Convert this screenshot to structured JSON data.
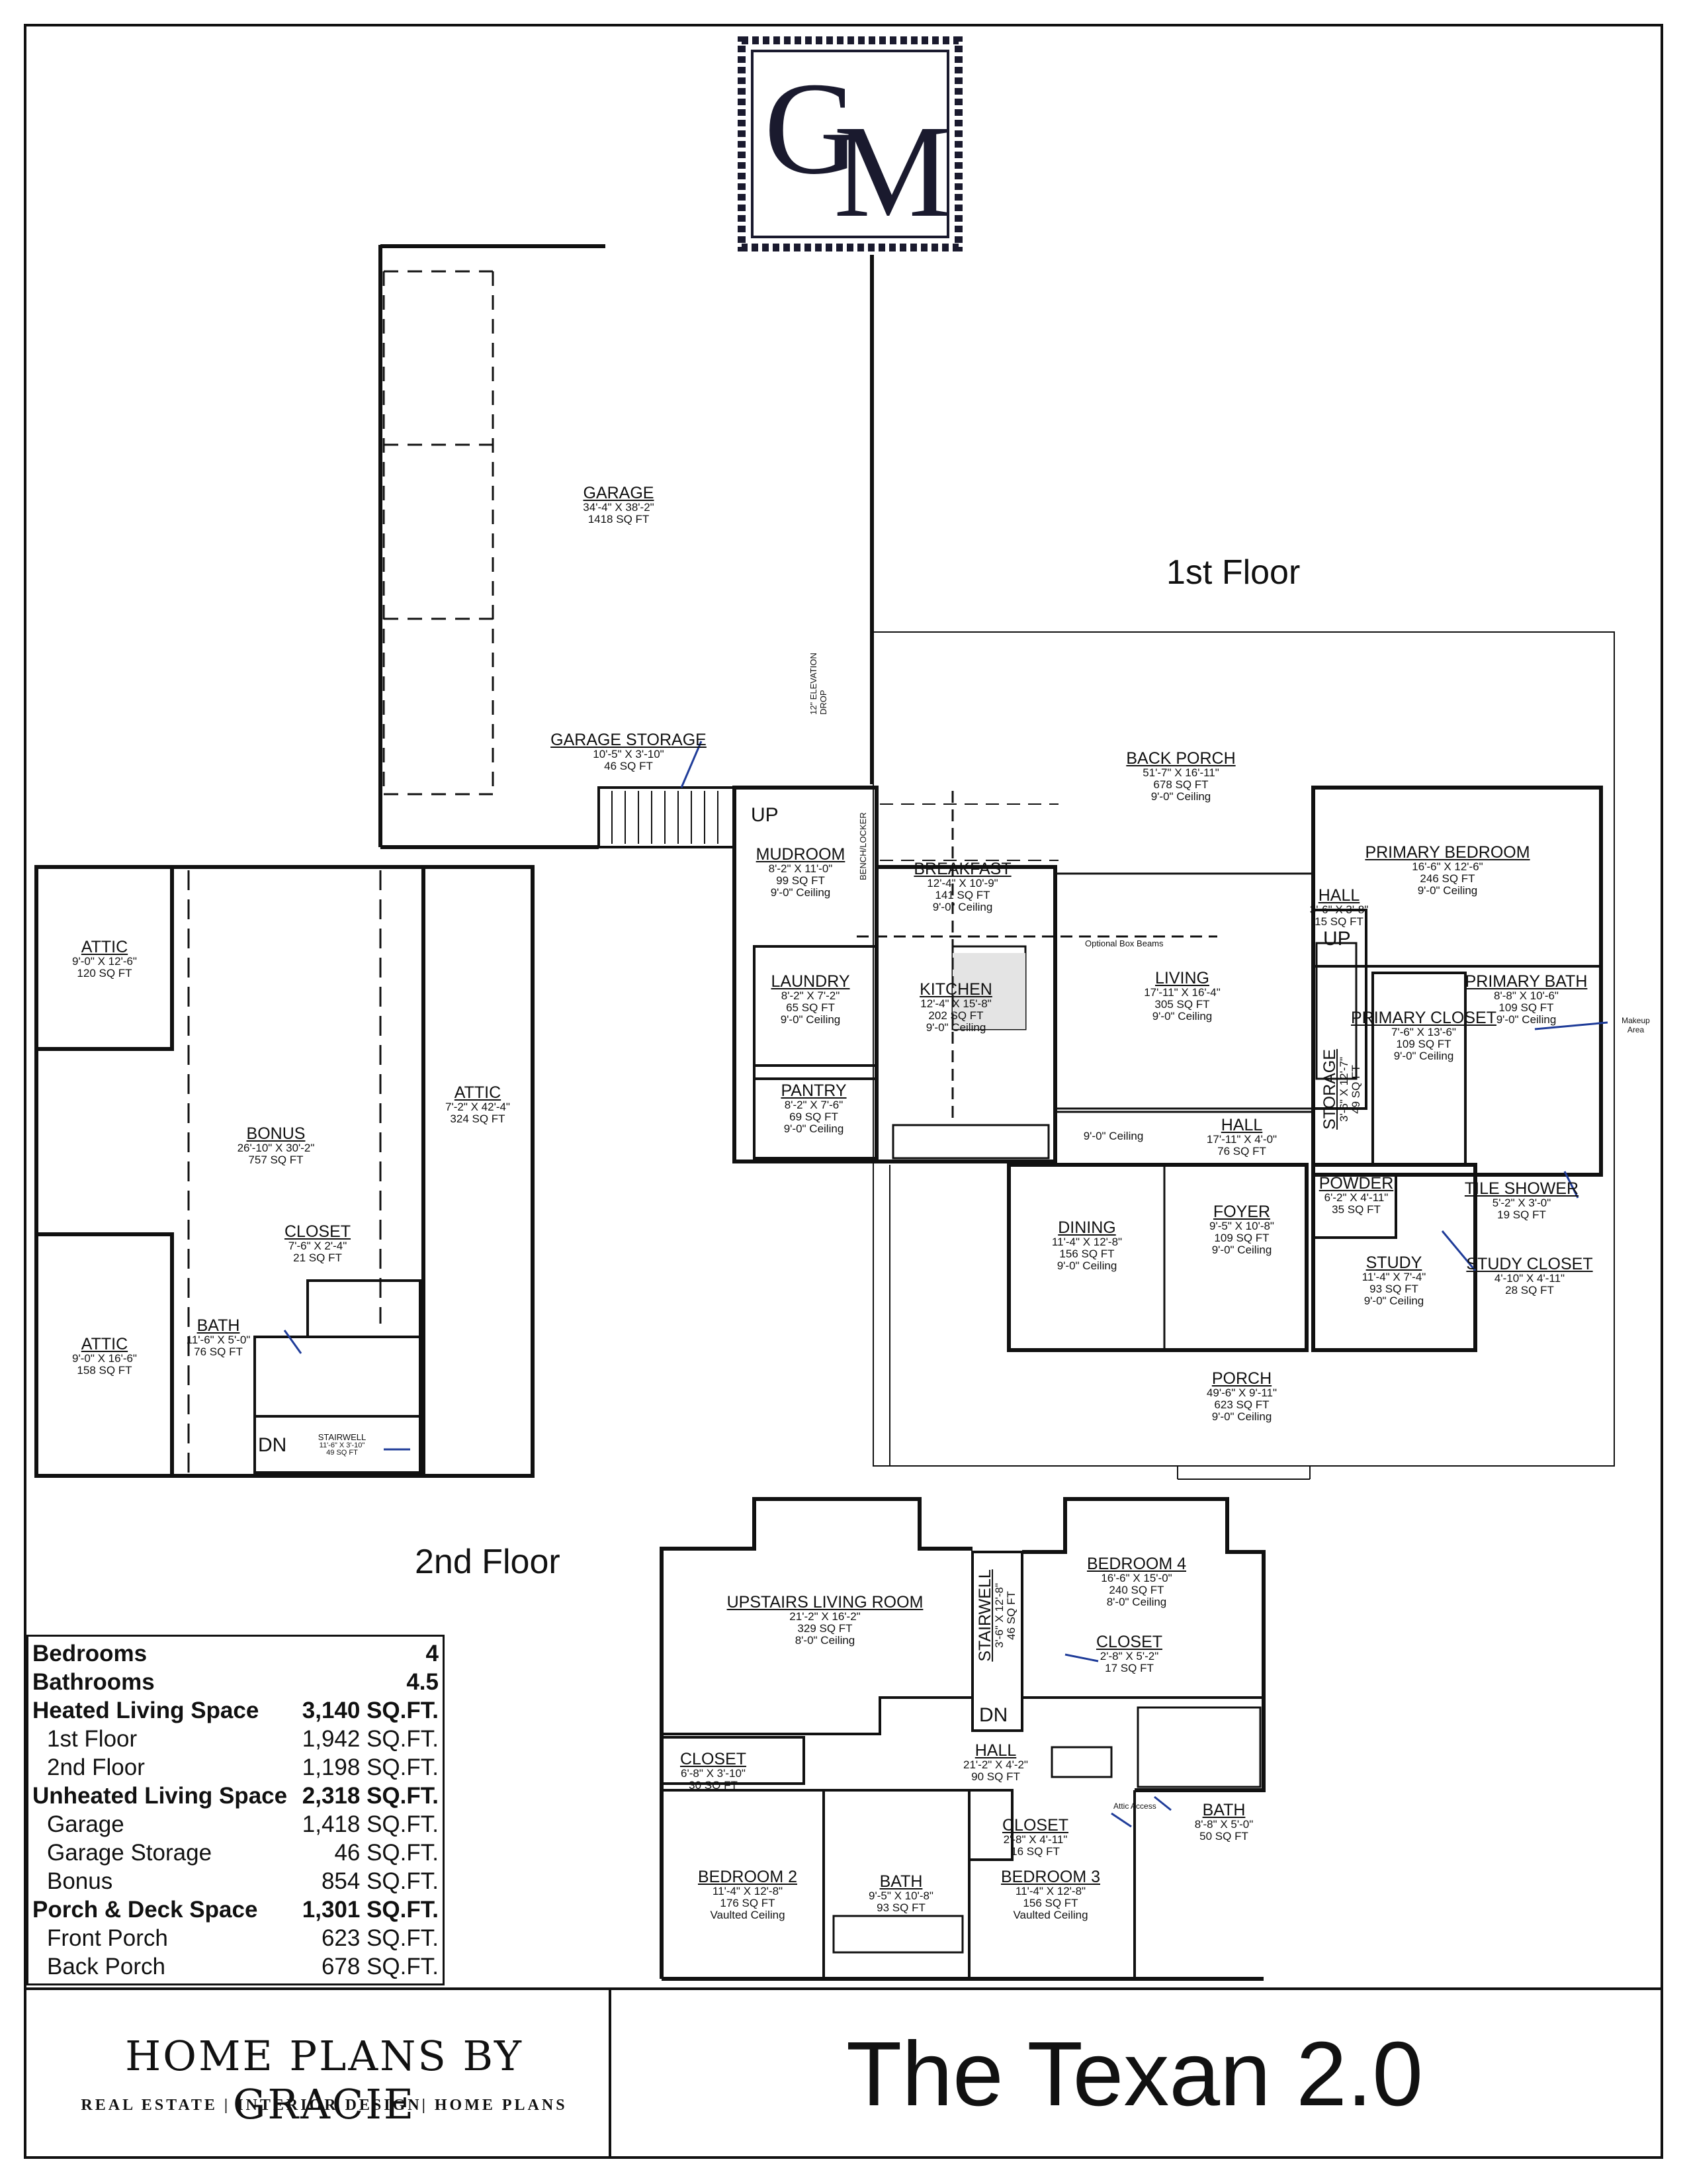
{
  "logo": {
    "monogram_g": "G",
    "monogram_m": "M"
  },
  "floors": {
    "first": "1st Floor",
    "second": "2nd Floor"
  },
  "rooms": {
    "garage": {
      "name": "GARAGE",
      "dims": "34'-4\" X 38'-2\"",
      "area": "1418 SQ FT"
    },
    "garage_storage": {
      "name": "GARAGE STORAGE",
      "dims": "10'-5\" X 3'-10\"",
      "area": "46 SQ FT"
    },
    "back_porch": {
      "name": "BACK PORCH",
      "dims": "51'-7\" X 16'-11\"",
      "area": "678 SQ FT",
      "ceiling": "9'-0\" Ceiling"
    },
    "primary_bedroom": {
      "name": "PRIMARY BEDROOM",
      "dims": "16'-6\" X 12'-6\"",
      "area": "246 SQ FT",
      "ceiling": "9'-0\" Ceiling"
    },
    "mudroom": {
      "name": "MUDROOM",
      "dims": "8'-2\" X 11'-0\"",
      "area": "99 SQ FT",
      "ceiling": "9'-0\" Ceiling"
    },
    "breakfast": {
      "name": "BREAKFAST",
      "dims": "12'-4\" X 10'-9\"",
      "area": "141 SQ FT",
      "ceiling": "9'-0\" Ceiling"
    },
    "hall_1": {
      "name": "HALL",
      "dims": "3'-6\" X 3'-8\"",
      "area": "15 SQ FT"
    },
    "laundry": {
      "name": "LAUNDRY",
      "dims": "8'-2\" X 7'-2\"",
      "area": "65 SQ FT",
      "ceiling": "9'-0\" Ceiling"
    },
    "kitchen": {
      "name": "KITCHEN",
      "dims": "12'-4\" X 15'-8\"",
      "area": "202 SQ FT",
      "ceiling": "9'-0\" Ceiling"
    },
    "living": {
      "name": "LIVING",
      "dims": "17'-11\" X 16'-4\"",
      "area": "305 SQ FT",
      "ceiling": "9'-0\" Ceiling"
    },
    "primary_bath": {
      "name": "PRIMARY BATH",
      "dims": "8'-8\" X 10'-6\"",
      "area": "109 SQ FT",
      "ceiling": "9'-0\" Ceiling"
    },
    "primary_closet": {
      "name": "PRIMARY CLOSET",
      "dims": "7'-6\" X 13'-6\"",
      "area": "109 SQ FT",
      "ceiling": "9'-0\" Ceiling"
    },
    "storage": {
      "name": "STORAGE",
      "dims": "3'-6\" X 12'-7\"",
      "area": "49 SQ FT"
    },
    "pantry": {
      "name": "PANTRY",
      "dims": "8'-2\" X 7'-6\"",
      "area": "69 SQ FT",
      "ceiling": "9'-0\" Ceiling"
    },
    "hall_main": {
      "name": "HALL",
      "dims": "17'-11\" X 4'-0\"",
      "area": "76 SQ FT"
    },
    "hall_main_ceiling": "9'-0\" Ceiling",
    "powder": {
      "name": "POWDER",
      "dims": "6'-2\" X 4'-11\"",
      "area": "35 SQ FT"
    },
    "tile_shower": {
      "name": "TILE SHOWER",
      "dims": "5'-2\" X 3'-0\"",
      "area": "19 SQ FT"
    },
    "dining": {
      "name": "DINING",
      "dims": "11'-4\" X 12'-8\"",
      "area": "156 SQ FT",
      "ceiling": "9'-0\" Ceiling"
    },
    "foyer": {
      "name": "FOYER",
      "dims": "9'-5\" X 10'-8\"",
      "area": "109 SQ FT",
      "ceiling": "9'-0\" Ceiling"
    },
    "study": {
      "name": "STUDY",
      "dims": "11'-4\" X 7'-4\"",
      "area": "93 SQ FT",
      "ceiling": "9'-0\" Ceiling"
    },
    "study_closet": {
      "name": "STUDY CLOSET",
      "dims": "4'-10\" X 4'-11\"",
      "area": "28 SQ FT"
    },
    "porch": {
      "name": "PORCH",
      "dims": "49'-6\" X 9'-11\"",
      "area": "623 SQ FT",
      "ceiling": "9'-0\" Ceiling"
    },
    "attic_1": {
      "name": "ATTIC",
      "dims": "9'-0\" X 12'-6\"",
      "area": "120 SQ FT"
    },
    "attic_2": {
      "name": "ATTIC",
      "dims": "7'-2\" X 42'-4\"",
      "area": "324 SQ FT"
    },
    "attic_3": {
      "name": "ATTIC",
      "dims": "9'-0\" X 16'-6\"",
      "area": "158 SQ FT"
    },
    "bonus": {
      "name": "BONUS",
      "dims": "26'-10\" X 30'-2\"",
      "area": "757 SQ FT"
    },
    "bonus_closet": {
      "name": "CLOSET",
      "dims": "7'-6\" X 2'-4\"",
      "area": "21 SQ FT"
    },
    "bonus_bath": {
      "name": "BATH",
      "dims": "11'-6\" X 5'-0\"",
      "area": "76 SQ FT"
    },
    "stairwell_bonus": {
      "name": "STAIRWELL",
      "dims": "11'-6\" X 3'-10\"",
      "area": "49 SQ FT"
    },
    "upstairs_living": {
      "name": "UPSTAIRS LIVING ROOM",
      "dims": "21'-2\" X 16'-2\"",
      "area": "329 SQ FT",
      "ceiling": "8'-0\" Ceiling"
    },
    "stairwell_up": {
      "name": "STAIRWELL",
      "dims": "3'-6\" X 12'-8\"",
      "area": "46 SQ FT"
    },
    "bedroom_4": {
      "name": "BEDROOM 4",
      "dims": "16'-6\" X 15'-0\"",
      "area": "240 SQ FT",
      "ceiling": "8'-0\" Ceiling"
    },
    "closet_b4": {
      "name": "CLOSET",
      "dims": "2'-8\" X 5'-2\"",
      "area": "17 SQ FT"
    },
    "closet_b2": {
      "name": "CLOSET",
      "dims": "6'-8\" X 3'-10\"",
      "area": "30 SQ FT"
    },
    "hall_up": {
      "name": "HALL",
      "dims": "21'-2\" X 4'-2\"",
      "area": "90 SQ FT"
    },
    "closet_hall": {
      "name": "CLOSET",
      "dims": "2'-8\" X 4'-11\"",
      "area": "16 SQ FT"
    },
    "bath_up_right": {
      "name": "BATH",
      "dims": "8'-8\" X 5'-0\"",
      "area": "50 SQ FT"
    },
    "bedroom_2": {
      "name": "BEDROOM 2",
      "dims": "11'-4\" X 12'-8\"",
      "area": "176 SQ FT",
      "ceiling": "Vaulted Ceiling"
    },
    "bath_up_mid": {
      "name": "BATH",
      "dims": "9'-5\" X 10'-8\"",
      "area": "93 SQ FT"
    },
    "bedroom_3": {
      "name": "BEDROOM 3",
      "dims": "11'-4\" X 12'-8\"",
      "area": "156 SQ FT",
      "ceiling": "Vaulted Ceiling"
    }
  },
  "notes": {
    "elevation_drop": "12\" ELEVATION DROP",
    "bench_locker": "BENCH/LOCKER",
    "optional_beams": "Optional Box Beams",
    "makeup_area": "Makeup Area",
    "attic_access": "Attic Access",
    "up": "UP",
    "dn": "DN"
  },
  "stats": [
    {
      "label": "Bedrooms",
      "value": "4",
      "bold": true
    },
    {
      "label": "Bathrooms",
      "value": "4.5",
      "bold": true
    },
    {
      "label": "Heated Living Space",
      "value": "3,140 SQ.FT.",
      "bold": true
    },
    {
      "label": "1st Floor",
      "value": "1,942 SQ.FT.",
      "bold": false
    },
    {
      "label": "2nd Floor",
      "value": "1,198 SQ.FT.",
      "bold": false
    },
    {
      "label": "Unheated Living Space",
      "value": "2,318 SQ.FT.",
      "bold": true
    },
    {
      "label": "Garage",
      "value": "1,418 SQ.FT.",
      "bold": false
    },
    {
      "label": "Garage Storage",
      "value": "46 SQ.FT.",
      "bold": false
    },
    {
      "label": "Bonus",
      "value": "854 SQ.FT.",
      "bold": false
    },
    {
      "label": "Porch & Deck Space",
      "value": "1,301 SQ.FT.",
      "bold": true
    },
    {
      "label": "Front Porch",
      "value": "623 SQ.FT.",
      "bold": false
    },
    {
      "label": "Back Porch",
      "value": "678 SQ.FT.",
      "bold": false
    }
  ],
  "brand": {
    "name": "HOME PLANS BY GRACIE",
    "tagline": "REAL ESTATE | INTERIOR DESIGN| HOME PLANS"
  },
  "plan_title": "The Texan 2.0",
  "colors": {
    "wall": "#111111",
    "logo": "#1a1a2e",
    "accent_blue": "#1f3c99"
  }
}
